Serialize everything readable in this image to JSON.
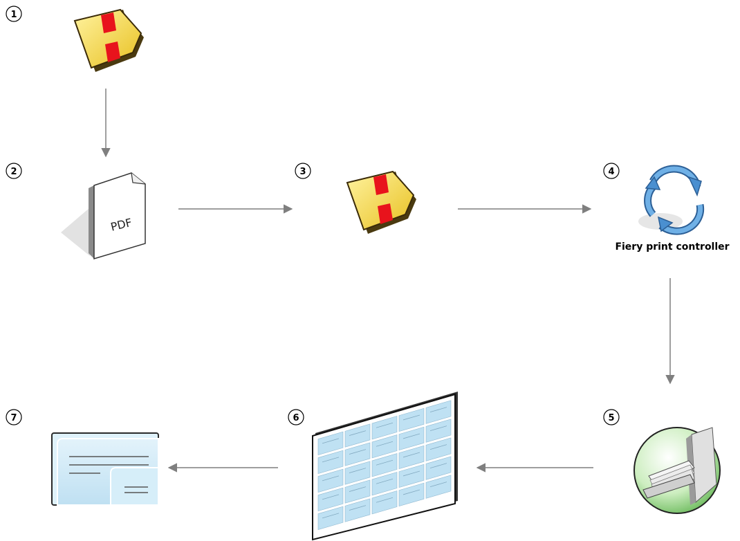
{
  "steps": [
    {
      "number": "1",
      "icon": "application-launcher-icon"
    },
    {
      "number": "2",
      "icon": "pdf-document-icon",
      "label": "PDF"
    },
    {
      "number": "3",
      "icon": "application-launcher-icon"
    },
    {
      "number": "4",
      "icon": "sync-arrows-icon",
      "caption": "Fiery print controller"
    },
    {
      "number": "5",
      "icon": "printer-output-tray-icon"
    },
    {
      "number": "6",
      "icon": "imposed-sheet-icon"
    },
    {
      "number": "7",
      "icon": "business-card-icon"
    }
  ],
  "colors": {
    "arrow": "#7f7f7f",
    "launcher_yellow": "#f2d63a",
    "launcher_red": "#e8131c",
    "sync_blue": "#5f9fd8",
    "card_blue": "#cfe9f7",
    "printer_green": "#a9d99a"
  }
}
